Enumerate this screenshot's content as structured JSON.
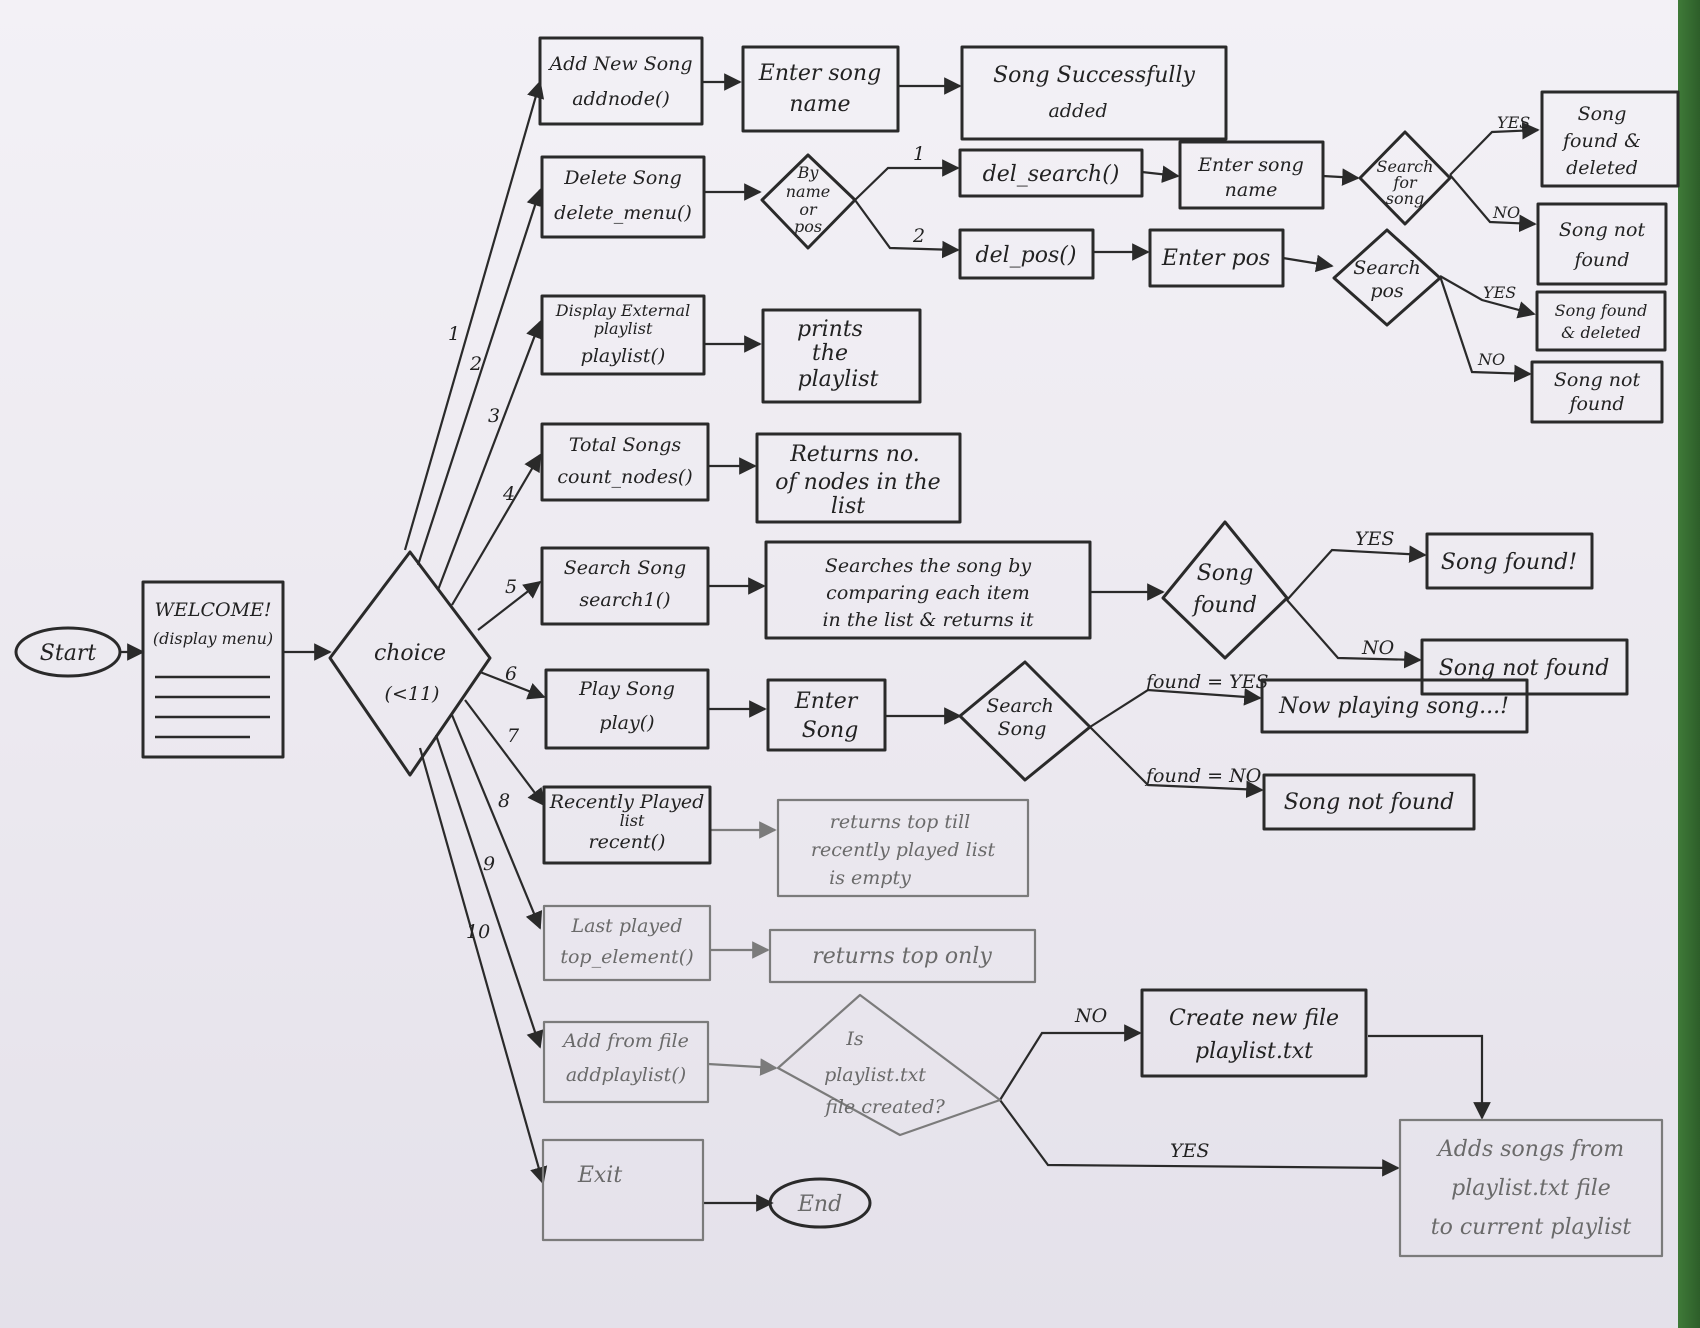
{
  "nodes": {
    "start": "Start",
    "welcome": [
      "WELCOME!",
      "(display menu)"
    ],
    "choice": [
      "choice",
      "(<11)"
    ],
    "add_new": [
      "Add New Song",
      "addnode()"
    ],
    "enter_song_name_1": [
      "Enter song",
      "name"
    ],
    "song_added": [
      "Song Successfully",
      "added"
    ],
    "delete_song": [
      "Delete Song",
      "delete_menu()"
    ],
    "by_name_or_pos": [
      "By",
      "name",
      "or",
      "pos"
    ],
    "del_search": "del_search()",
    "enter_song_name_2": [
      "Enter song",
      "name"
    ],
    "search_for_song": [
      "Search",
      "for",
      "song"
    ],
    "song_found_deleted_1": [
      "Song",
      "found &",
      "deleted"
    ],
    "song_not_found_1": [
      "Song not",
      "found"
    ],
    "del_pos": "del_pos()",
    "enter_pos": "Enter pos",
    "search_pos": [
      "Search",
      "pos"
    ],
    "song_found_deleted_2": [
      "Song found",
      "& deleted"
    ],
    "song_not_found_2": [
      "Song not",
      "found"
    ],
    "display_playlist": [
      "Display External",
      "playlist",
      "playlist()"
    ],
    "prints_playlist": [
      "prints",
      "the",
      "playlist"
    ],
    "total_songs": [
      "Total Songs",
      "count_nodes()"
    ],
    "returns_count": [
      "Returns no.",
      "of nodes in the",
      "list"
    ],
    "search_song": [
      "Search Song",
      "search1()"
    ],
    "searches_desc": [
      "Searches the song by",
      "comparing each item",
      "in the list & returns it"
    ],
    "song_found_q": [
      "Song",
      "found"
    ],
    "song_found": "Song found!",
    "song_not_found_3": "Song not found",
    "play_song": [
      "Play Song",
      "play()"
    ],
    "enter_song": [
      "Enter",
      "Song"
    ],
    "search_song_d": [
      "Search",
      "Song"
    ],
    "now_playing": "Now playing song...!",
    "song_not_found_4": "Song not found",
    "recently_played": [
      "Recently Played",
      "list",
      "recent()"
    ],
    "returns_top_till": [
      "returns top till",
      "recently played list",
      "is empty"
    ],
    "last_played": [
      "Last played",
      "top_element()"
    ],
    "returns_top_only": "returns top only",
    "add_from_file": [
      "Add from file",
      "addplaylist()"
    ],
    "is_playlist_created": [
      "Is",
      "playlist.txt",
      "file created?"
    ],
    "create_new_file": [
      "Create new file",
      "playlist.txt"
    ],
    "adds_songs": [
      "Adds songs from",
      "playlist.txt file",
      "to current playlist"
    ],
    "exit": "Exit",
    "end": "End"
  },
  "edge_labels": {
    "n1": "1",
    "n2": "2",
    "n3": "3",
    "n4": "4",
    "n5": "5",
    "n6": "6",
    "n7": "7",
    "n8": "8",
    "n9": "9",
    "n10": "10",
    "del_1": "1",
    "del_2": "2",
    "yes_1": "YES",
    "no_1": "NO",
    "yes_2": "YES",
    "no_2": "NO",
    "yes_3": "YES",
    "no_3": "NO",
    "found_yes": "found = YES",
    "found_no": "found = NO",
    "file_no": "NO",
    "file_yes": "YES"
  }
}
